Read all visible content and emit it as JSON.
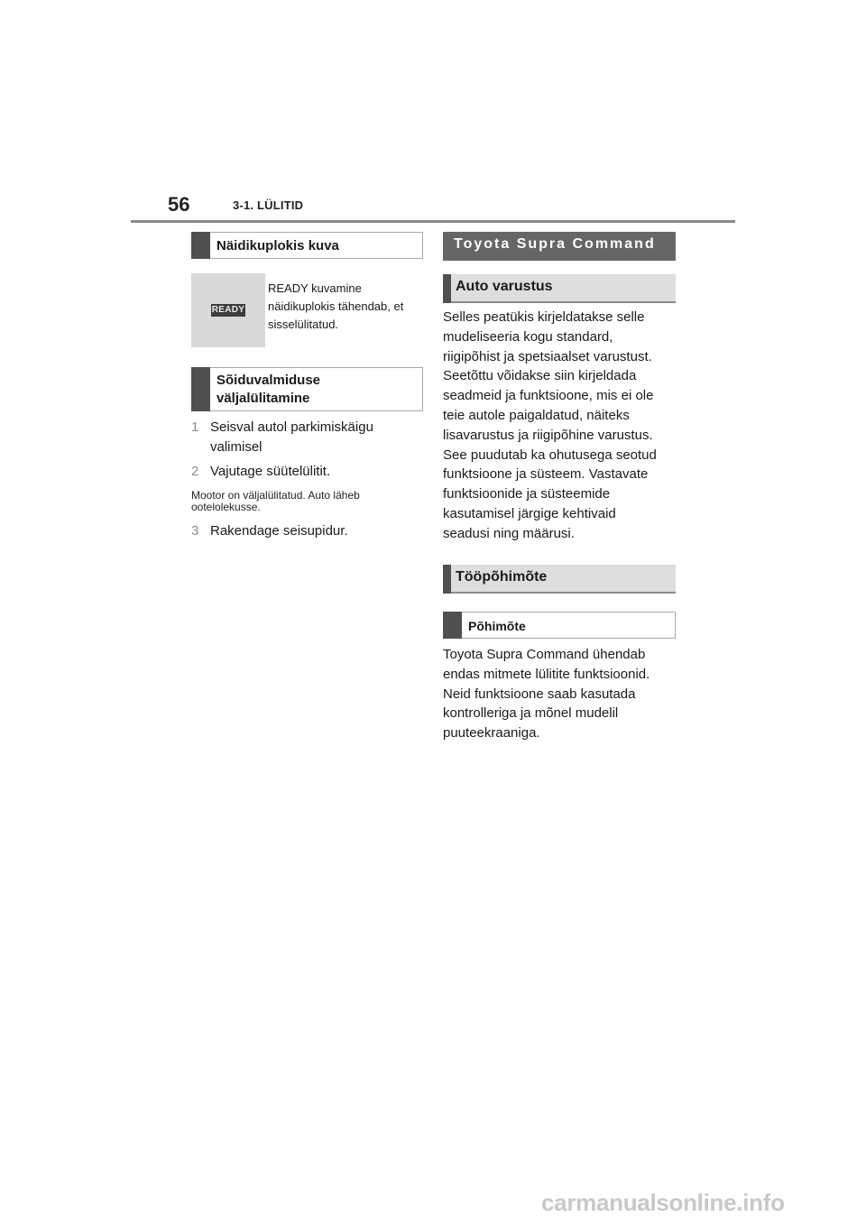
{
  "header": {
    "page_number": "56",
    "section": "3-1. LÜLITID"
  },
  "left": {
    "display_heading": "Näidikuplokis kuva",
    "ready_badge": "READY",
    "ready_caption": "READY kuvamine näidikuplokis tähendab, et sisselülitatud.",
    "switchoff_heading": "Sõiduvalmiduse väljalülitamine",
    "steps": [
      {
        "num": "1",
        "line1": "Seisval autol parkimiskäigu",
        "line2": "valimisel"
      },
      {
        "num": "2",
        "line1": "Vajutage süütelülitit."
      },
      {
        "num": "3",
        "line1": "Rakendage seisupidur."
      }
    ],
    "note": "Mootor on väljalülitatud. Auto läheb ootelolekusse."
  },
  "right": {
    "title": "Toyota Supra Command",
    "equipment_heading": "Auto varustus",
    "equipment_lines": [
      "Selles peatükis kirjeldatakse selle",
      "mudeliseeria kogu standard,",
      "riigipõhist ja spetsiaalset varustust.",
      "Seetõttu võidakse siin kirjeldada",
      "seadmeid ja funktsioone, mis ei ole",
      "teie autole paigaldatud, näiteks",
      "lisavarustus ja riigipõhine varustus.",
      "See puudutab ka ohutusega seotud",
      "funktsioone ja süsteem. Vastavate",
      "funktsioonide ja süsteemide",
      "kasutamisel järgige kehtivaid",
      "seadusi ning määrusi."
    ],
    "principle_heading": "Tööpõhimõte",
    "principle_sub": "Põhimõte",
    "principle_lines": [
      "Toyota Supra Command ühendab",
      "endas mitmete lülitite funktsioonid.",
      "Neid funktsioone saab kasutada",
      "kontrolleriga ja mõnel mudelil",
      "puuteekraaniga."
    ]
  },
  "footer": {
    "watermark": "carmanualsonline.info"
  },
  "colors": {
    "heading_bar": "#505050",
    "title_bar": "#666666",
    "sub_head_bg": "#dedede",
    "step_number": "#8c8c8c"
  }
}
